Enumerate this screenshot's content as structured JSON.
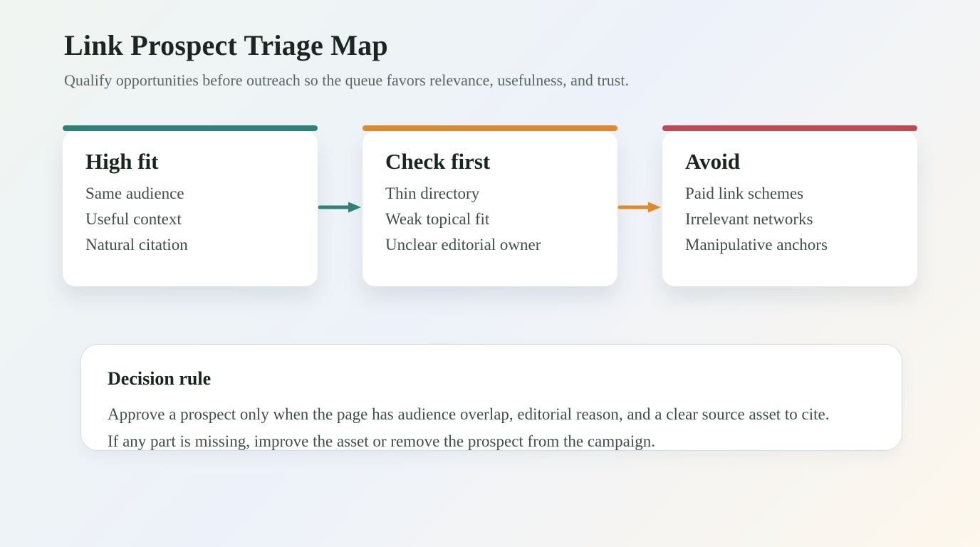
{
  "header": {
    "title": "Link Prospect Triage Map",
    "subtitle": "Qualify opportunities before outreach so the queue favors relevance, usefulness, and trust."
  },
  "cards": [
    {
      "title": "High fit",
      "accent": "#2d8378",
      "items": [
        "Same audience",
        "Useful context",
        "Natural citation"
      ]
    },
    {
      "title": "Check first",
      "accent": "#df8a2d",
      "items": [
        "Thin directory",
        "Weak topical fit",
        "Unclear editorial owner"
      ]
    },
    {
      "title": "Avoid",
      "accent": "#c04a52",
      "items": [
        "Paid link schemes",
        "Irrelevant networks",
        "Manipulative anchors"
      ]
    }
  ],
  "arrows": [
    {
      "name": "high-fit-to-check-first",
      "color": "#2d8378"
    },
    {
      "name": "check-first-to-avoid",
      "color": "#df8a2d"
    }
  ],
  "decision": {
    "title": "Decision rule",
    "lines": [
      "Approve a prospect only when the page has audience overlap, editorial reason, and a clear source asset to cite.",
      "If any part is missing, improve the asset or remove the prospect from the campaign."
    ]
  },
  "colors": {
    "background_gradient": [
      "#f0f5f1",
      "#edf2fa",
      "#fdf7ec"
    ],
    "card_background": "#ffffff",
    "title_text": "#1b2620",
    "body_text": "#3e4f49",
    "subtitle_text": "#57665f"
  }
}
